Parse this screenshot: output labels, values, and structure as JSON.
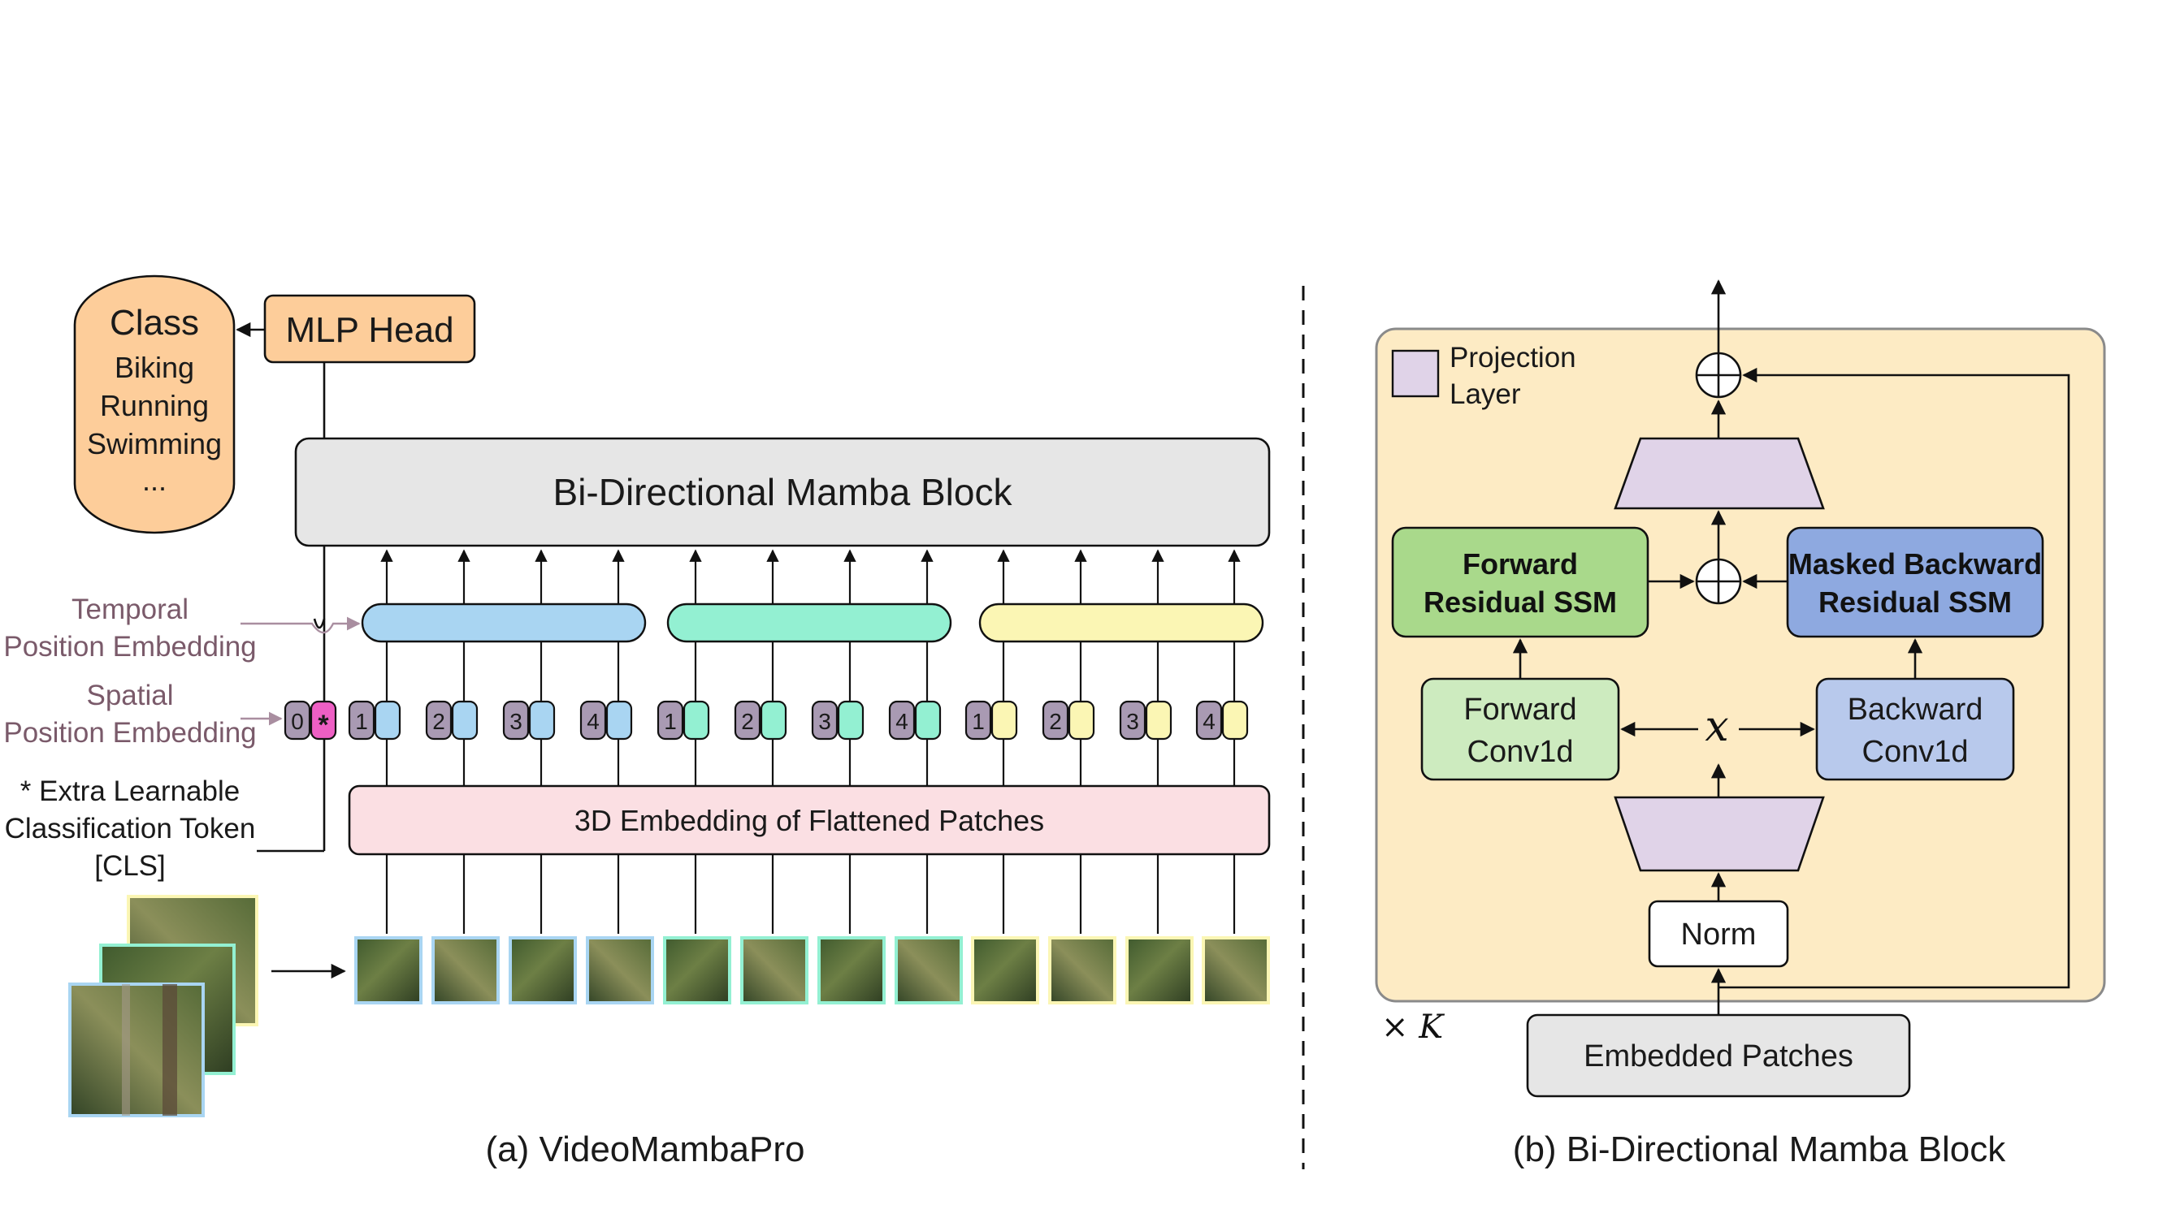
{
  "left_panel": {
    "class_box": {
      "title": "Class",
      "items": [
        "Biking",
        "Running",
        "Swimming",
        "..."
      ]
    },
    "mlp_head": "MLP Head",
    "mamba_block": "Bi-Directional Mamba Block",
    "temporal_label": [
      "Temporal",
      "Position Embedding"
    ],
    "spatial_label": [
      "Spatial",
      "Position Embedding"
    ],
    "cls_note": [
      "* Extra Learnable",
      "Classification Token",
      "[CLS]"
    ],
    "embedding_box": "3D Embedding of Flattened Patches",
    "cls_tokens": [
      "0",
      "*"
    ],
    "patch_numbers": [
      "1",
      "2",
      "3",
      "4"
    ],
    "caption": "(a) VideoMambaPro"
  },
  "right_panel": {
    "legend": [
      "Projection",
      "Layer"
    ],
    "forward_ssm": [
      "Forward",
      "Residual SSM"
    ],
    "backward_ssm": [
      "Masked Backward",
      "Residual SSM"
    ],
    "forward_conv": [
      "Forward",
      "Conv1d"
    ],
    "backward_conv": [
      "Backward",
      "Conv1d"
    ],
    "x_symbol": "x",
    "norm": "Norm",
    "repeat": "× K",
    "embedded_patches": "Embedded Patches",
    "caption": "(b) Bi-Directional Mamba Block"
  },
  "colors": {
    "group_blue": "#a9d5f2",
    "group_green": "#93f0d2",
    "group_yellow": "#fbf6b4",
    "token_purple": "#a99ab3",
    "cls_pink": "#ee5fc4",
    "class_orange": "#fdcd9a",
    "panel_bg": "#fdebc4",
    "forward_green": "#a9d98b",
    "backward_blue": "#8ea9e0",
    "conv_green": "#cdebbf",
    "conv_blue": "#b8c9ec",
    "projection": "#e0d3e8",
    "embedding_pink": "#fbdfe3",
    "mamba_gray": "#e6e6e6"
  }
}
